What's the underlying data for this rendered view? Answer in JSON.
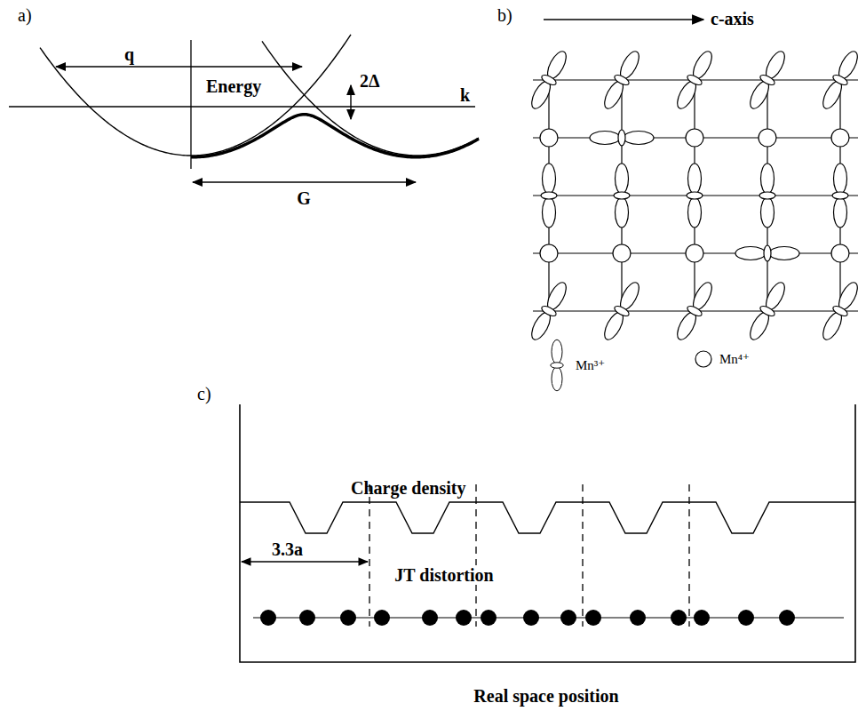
{
  "diagram": {
    "labels": [
      "a)",
      "Energy",
      "q",
      "2Δ",
      "k",
      "G",
      "b)",
      "c-axis",
      "c)",
      "Charge density",
      "3.3a",
      "JT distortion",
      "Real space position"
    ],
    "legend": [
      {
        "text": "Mn³⁺"
      },
      {
        "text": "Mn⁴⁺"
      }
    ]
  }
}
